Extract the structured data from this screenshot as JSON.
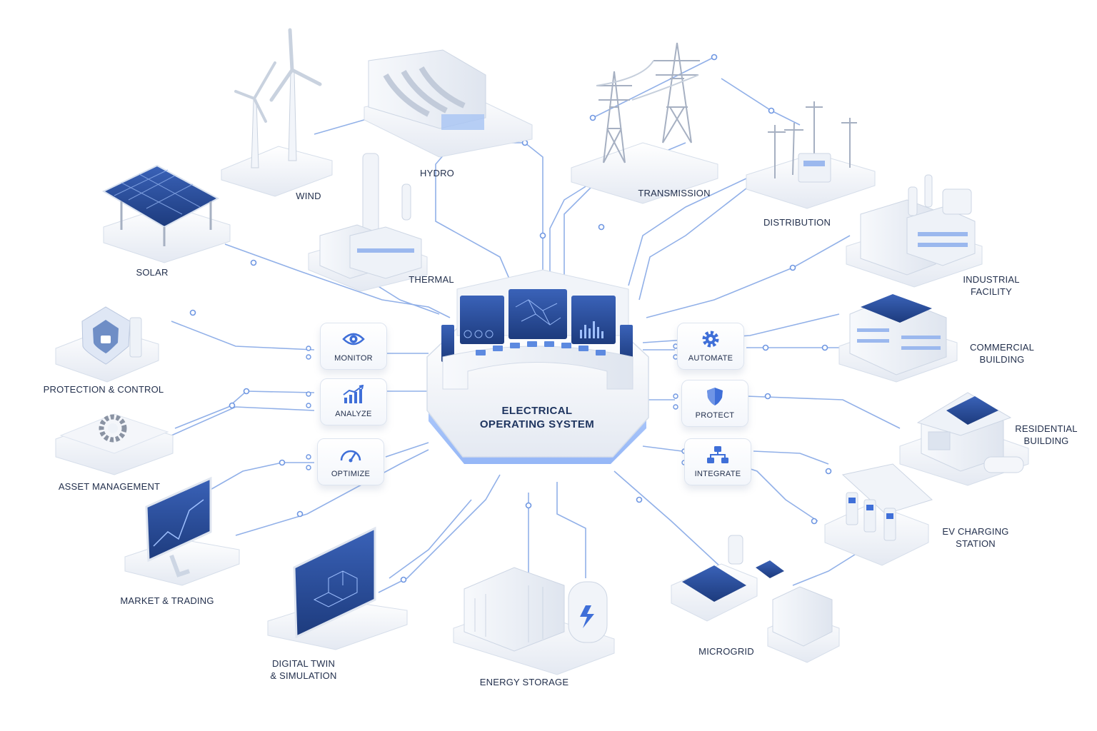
{
  "center": {
    "line1": "ELECTRICAL",
    "line2": "OPERATING SYSTEM"
  },
  "functions": {
    "monitor": "MONITOR",
    "analyze": "ANALYZE",
    "optimize": "OPTIMIZE",
    "automate": "AUTOMATE",
    "protect": "PROTECT",
    "integrate": "INTEGRATE"
  },
  "nodes": {
    "wind": "WIND",
    "hydro": "HYDRO",
    "transmission": "TRANSMISSION",
    "distribution": "DISTRIBUTION",
    "solar": "SOLAR",
    "thermal": "THERMAL",
    "industrial_1": "INDUSTRIAL",
    "industrial_2": "FACILITY",
    "commercial_1": "COMMERCIAL",
    "commercial_2": "BUILDING",
    "residential_1": "RESIDENTIAL",
    "residential_2": "BUILDING",
    "protection": "PROTECTION & CONTROL",
    "asset": "ASSET MANAGEMENT",
    "market": "MARKET & TRADING",
    "twin_1": "DIGITAL TWIN",
    "twin_2": "& SIMULATION",
    "storage": "ENERGY STORAGE",
    "microgrid": "MICROGRID",
    "ev_1": "EV CHARGING",
    "ev_2": "STATION"
  },
  "icons": {
    "monitor": "eye-icon",
    "analyze": "bar-chart-trend-icon",
    "optimize": "gauge-icon",
    "automate": "gear-icon",
    "protect": "shield-icon",
    "integrate": "network-nodes-icon"
  },
  "colors": {
    "accent": "#3f6fd8",
    "connector": "#7ea3e6",
    "screen": "#2c4f9a",
    "platform": "#eef2f8",
    "label": "#23304d"
  }
}
